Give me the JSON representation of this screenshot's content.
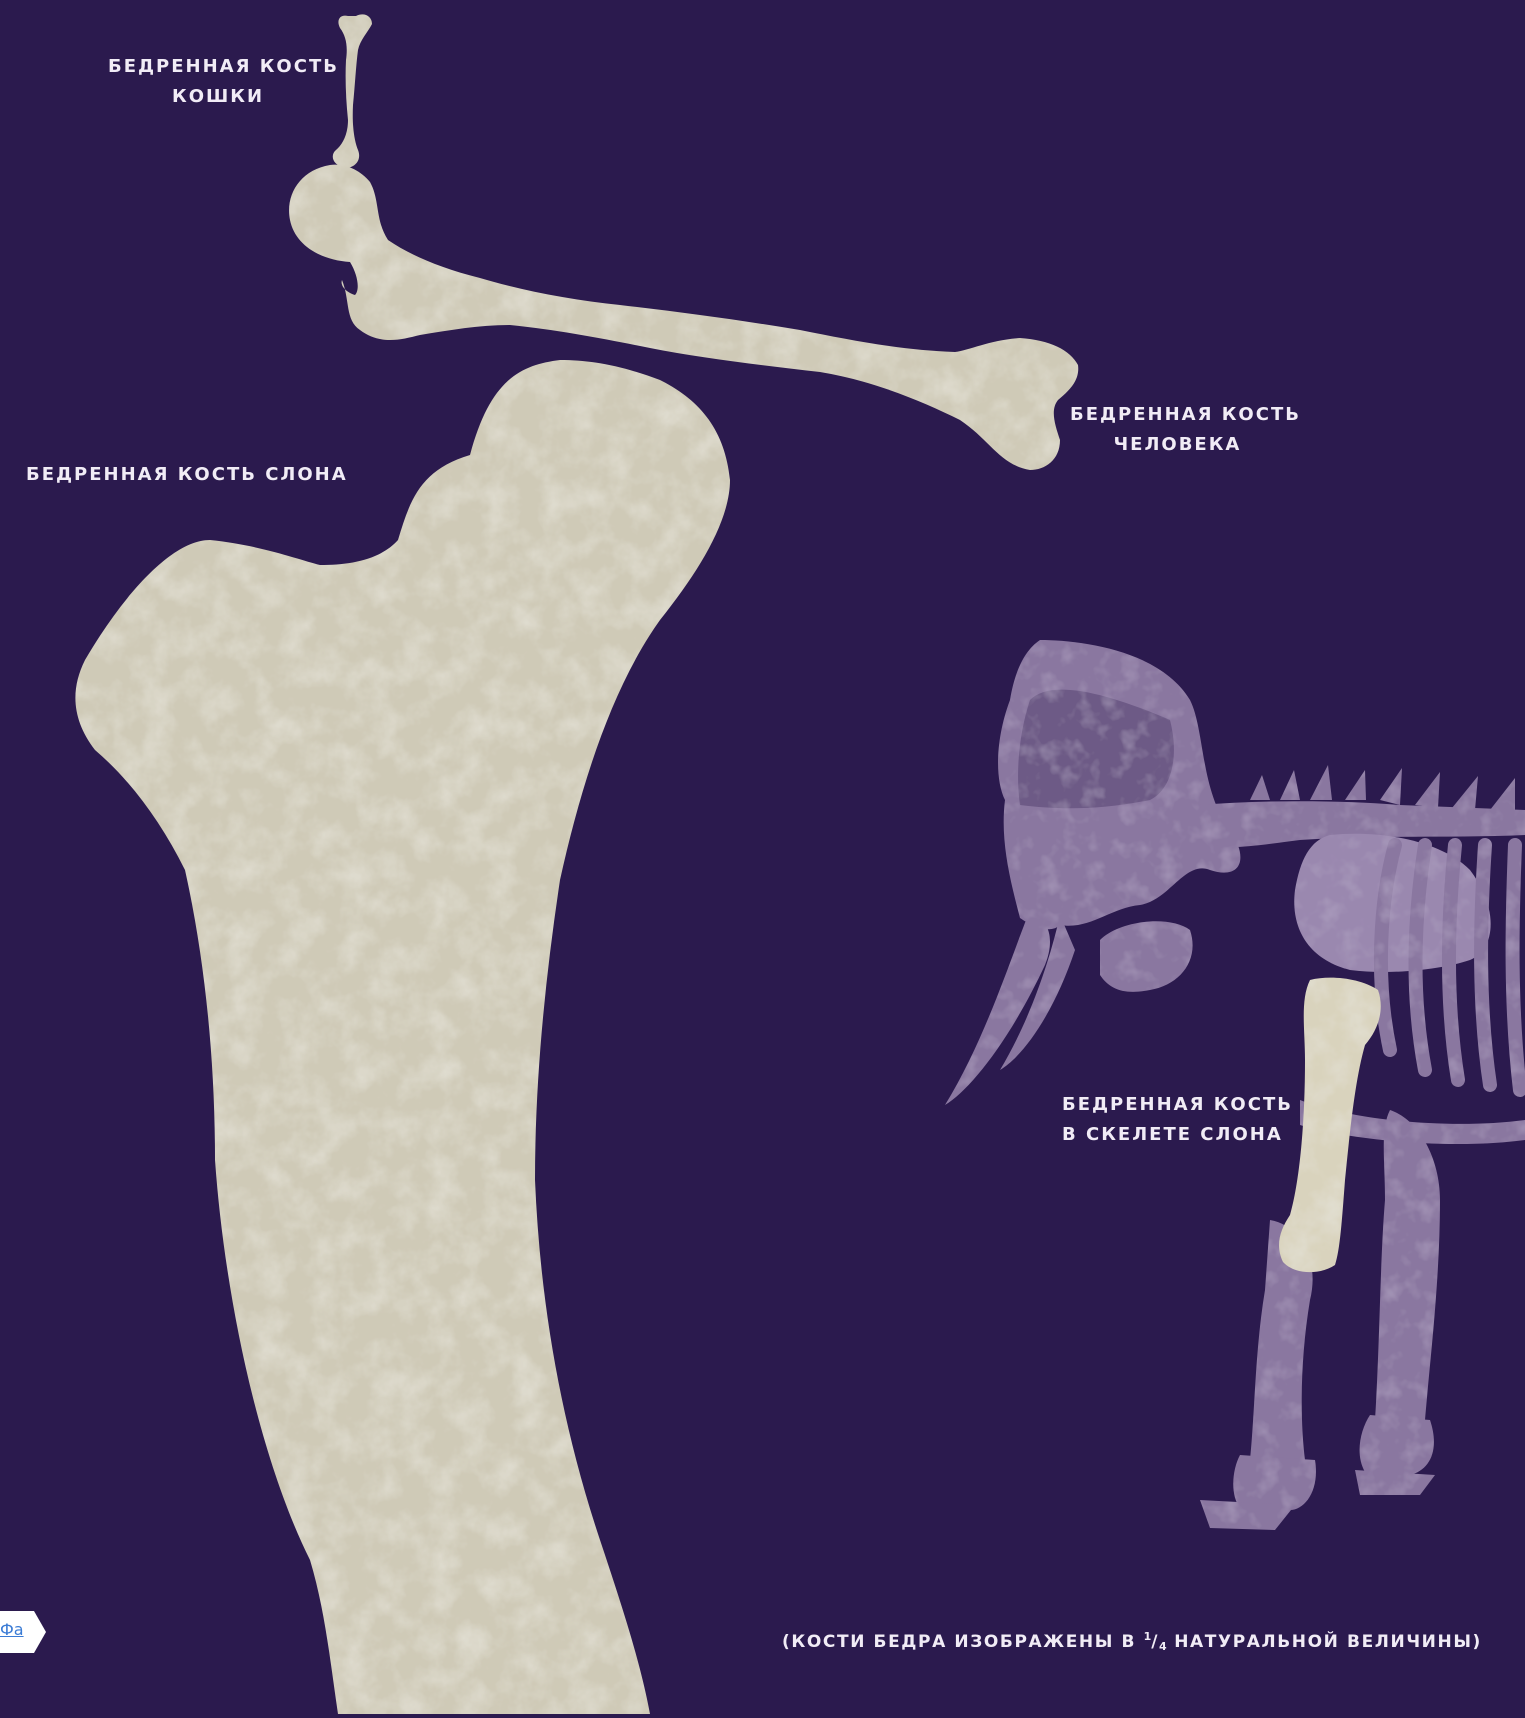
{
  "labels": {
    "cat_line1": "БЕДРЕННАЯ КОСТЬ",
    "cat_line2": "КОШКИ",
    "human_line1": "БЕДРЕННАЯ КОСТЬ",
    "human_line2": "ЧЕЛОВЕКА",
    "elephant": "БЕДРЕННАЯ КОСТЬ СЛОНА",
    "skeleton_line1": "БЕДРЕННАЯ КОСТЬ",
    "skeleton_line2": "В СКЕЛЕТЕ СЛОНА"
  },
  "caption": {
    "before": "(КОСТИ БЕДРА ИЗОБРАЖЕНЫ В ",
    "numerator": "1",
    "slash": "/",
    "denominator": "4",
    "after": " НАТУРАЛЬНОЙ ВЕЛИЧИНЫ)"
  },
  "page_tab": {
    "text": "Фа"
  },
  "colors": {
    "background": "#2b1a4e",
    "bone": "#cfcab7",
    "skeleton": "#8a77a0",
    "label": "#f1ecf6"
  }
}
